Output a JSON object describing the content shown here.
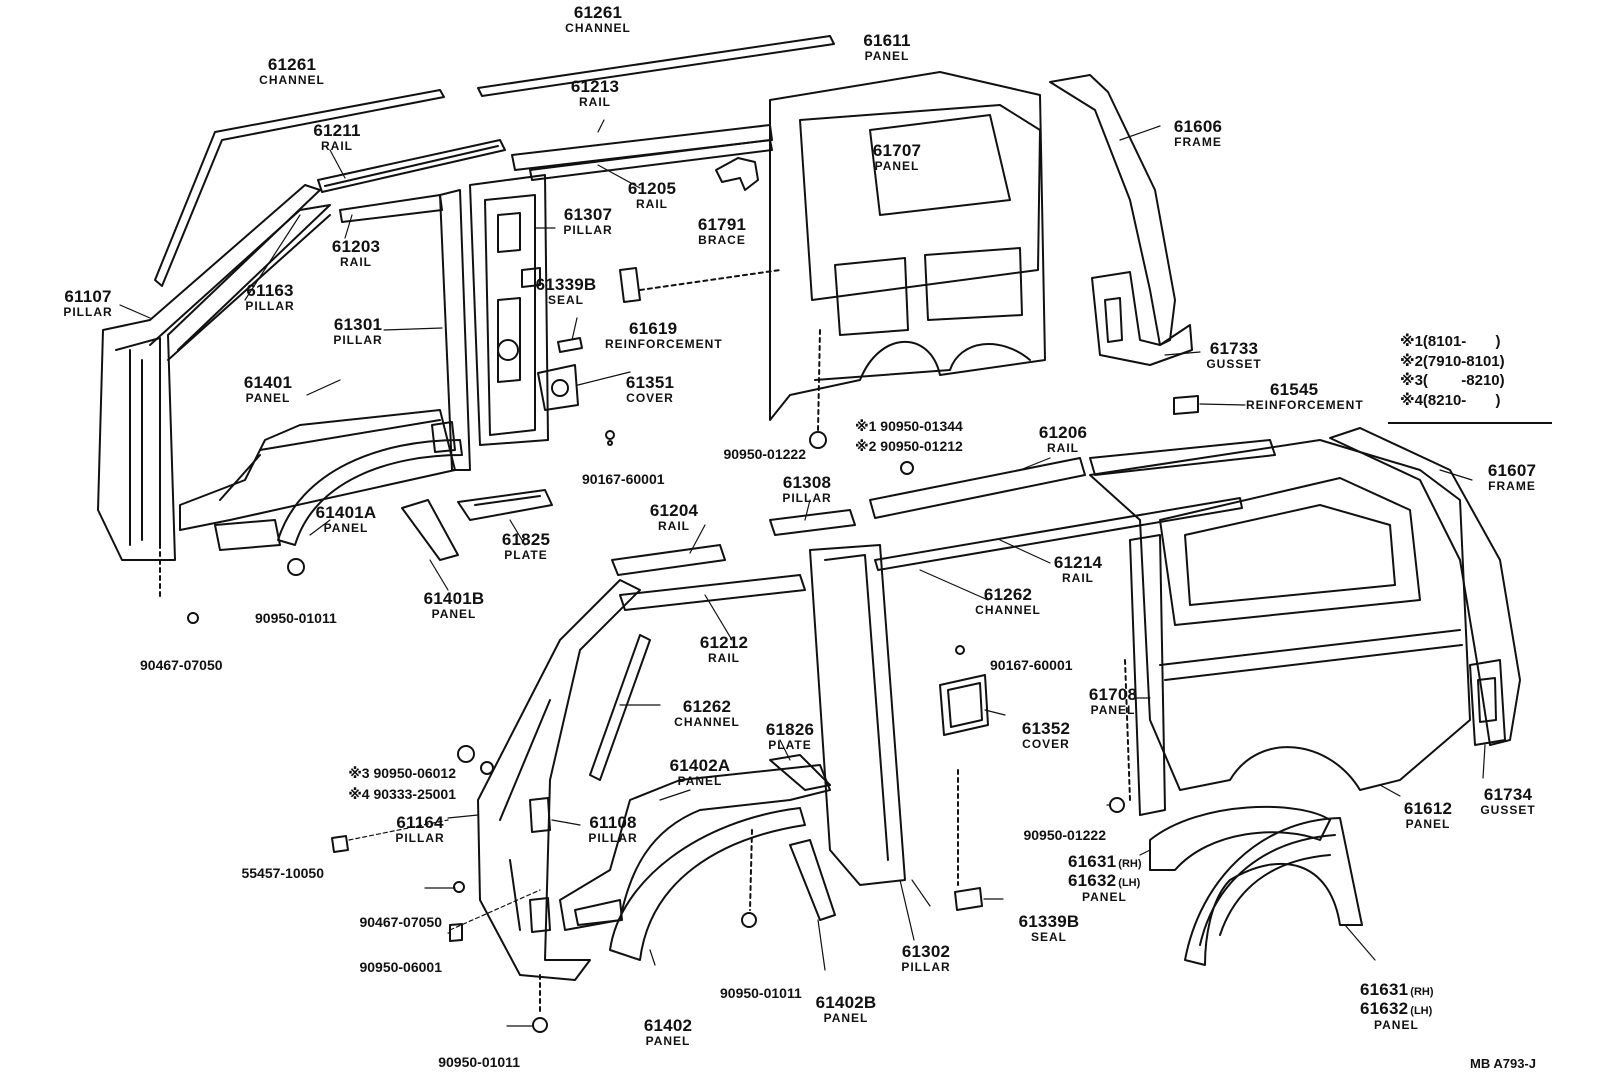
{
  "callouts": {
    "c61261a": {
      "number": "61261",
      "name": "CHANNEL"
    },
    "c61261b": {
      "number": "61261",
      "name": "CHANNEL"
    },
    "c61211": {
      "number": "61211",
      "name": "RAIL"
    },
    "c61213": {
      "number": "61213",
      "name": "RAIL"
    },
    "c61611": {
      "number": "61611",
      "name": "PANEL"
    },
    "c61606": {
      "number": "61606",
      "name": "FRAME"
    },
    "c61707": {
      "number": "61707",
      "name": "PANEL"
    },
    "c61205": {
      "number": "61205",
      "name": "RAIL"
    },
    "c61791": {
      "number": "61791",
      "name": "BRACE"
    },
    "c61307": {
      "number": "61307",
      "name": "PILLAR"
    },
    "c61203": {
      "number": "61203",
      "name": "RAIL"
    },
    "c61107": {
      "number": "61107",
      "name": "PILLAR"
    },
    "c61163": {
      "number": "61163",
      "name": "PILLAR"
    },
    "c61339Ba": {
      "number": "61339B",
      "name": "SEAL"
    },
    "c61619": {
      "number": "61619",
      "name": "REINFORCEMENT"
    },
    "c61301": {
      "number": "61301",
      "name": "PILLAR"
    },
    "c61733": {
      "number": "61733",
      "name": "GUSSET"
    },
    "c61401": {
      "number": "61401",
      "name": "PANEL"
    },
    "c61351": {
      "number": "61351",
      "name": "COVER"
    },
    "c61545": {
      "number": "61545",
      "name": "REINFORCEMENT"
    },
    "c61206": {
      "number": "61206",
      "name": "RAIL"
    },
    "c61607": {
      "number": "61607",
      "name": "FRAME"
    },
    "c61401A": {
      "number": "61401A",
      "name": "PANEL"
    },
    "c61308": {
      "number": "61308",
      "name": "PILLAR"
    },
    "c61825": {
      "number": "61825",
      "name": "PLATE"
    },
    "c61204": {
      "number": "61204",
      "name": "RAIL"
    },
    "c61214": {
      "number": "61214",
      "name": "RAIL"
    },
    "c61262a": {
      "number": "61262",
      "name": "CHANNEL"
    },
    "c61401B": {
      "number": "61401B",
      "name": "PANEL"
    },
    "c61212": {
      "number": "61212",
      "name": "RAIL"
    },
    "c61708": {
      "number": "61708",
      "name": "PANEL"
    },
    "c61262b": {
      "number": "61262",
      "name": "CHANNEL"
    },
    "c61352": {
      "number": "61352",
      "name": "COVER"
    },
    "c61826": {
      "number": "61826",
      "name": "PLATE"
    },
    "c61402A": {
      "number": "61402A",
      "name": "PANEL"
    },
    "c61612": {
      "number": "61612",
      "name": "PANEL"
    },
    "c61734": {
      "number": "61734",
      "name": "GUSSET"
    },
    "c61164": {
      "number": "61164",
      "name": "PILLAR"
    },
    "c61108": {
      "number": "61108",
      "name": "PILLAR"
    },
    "c61631a": {
      "number": "61631",
      "suffix": "(RH)"
    },
    "c61632a": {
      "number": "61632",
      "suffix": "(LH)",
      "name": "PANEL"
    },
    "c61302": {
      "number": "61302",
      "name": "PILLAR"
    },
    "c61339Bb": {
      "number": "61339B",
      "name": "SEAL"
    },
    "c61402B": {
      "number": "61402B",
      "name": "PANEL"
    },
    "c61402": {
      "number": "61402",
      "name": "PANEL"
    },
    "c61631b": {
      "number": "61631",
      "suffix": "(RH)"
    },
    "c61632b": {
      "number": "61632",
      "suffix": "(LH)",
      "name": "PANEL"
    }
  },
  "part_numbers": {
    "p90950_01344": "※1 90950-01344",
    "p90950_01212": "※2 90950-01212",
    "p90950_01222a": "90950-01222",
    "p90167_60001a": "90167-60001",
    "p90950_01011a": "90950-01011",
    "p90467_07050a": "90467-07050",
    "p90167_60001b": "90167-60001",
    "p90950_06012": "※3 90950-06012",
    "p90333_25001": "※4 90333-25001",
    "p90950_01222b": "90950-01222",
    "p55457_10050": "55457-10050",
    "p90467_07050b": "90467-07050",
    "p90950_06001": "90950-06001",
    "p90950_01011b": "90950-01011",
    "p90950_01011c": "90950-01011"
  },
  "legend": [
    "※1(8101-       )",
    "※2(7910-8101)",
    "※3(        -8210)",
    "※4(8210-       )"
  ],
  "diagram_code": "MB  A793-J"
}
